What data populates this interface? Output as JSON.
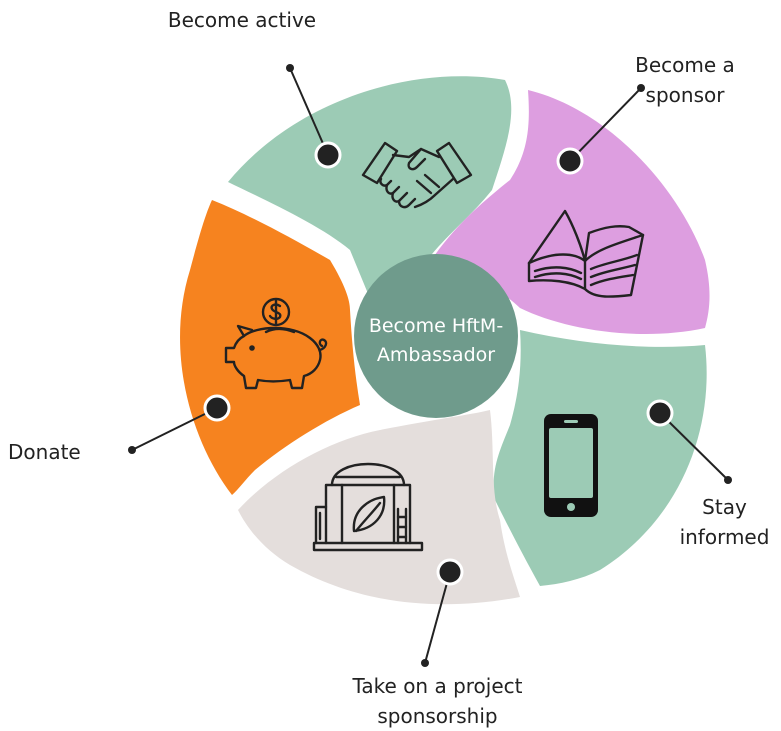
{
  "diagram": {
    "center": {
      "line1": "Become HftM-",
      "line2": "Ambassador"
    },
    "segments": [
      {
        "id": "become-active",
        "lines": [
          "Become active"
        ],
        "color": "#9ccbb5",
        "icon": "handshake-icon"
      },
      {
        "id": "become-sponsor",
        "lines": [
          "Become a",
          "sponsor"
        ],
        "color": "#dd9ee0",
        "icon": "open-book-icon"
      },
      {
        "id": "stay-informed",
        "lines": [
          "Stay",
          "informed"
        ],
        "color": "#9ccbb5",
        "icon": "smartphone-icon"
      },
      {
        "id": "project-sponsorship",
        "lines": [
          "Take on a project",
          "sponsorship"
        ],
        "color": "#e4dedc",
        "icon": "greenhouse-leaf-icon"
      },
      {
        "id": "donate",
        "lines": [
          "Donate"
        ],
        "color": "#f6831f",
        "icon": "piggy-bank-icon"
      }
    ],
    "colors": {
      "center": "#6f9b8c",
      "pointer": "#222222",
      "gap": "#ffffff"
    }
  }
}
